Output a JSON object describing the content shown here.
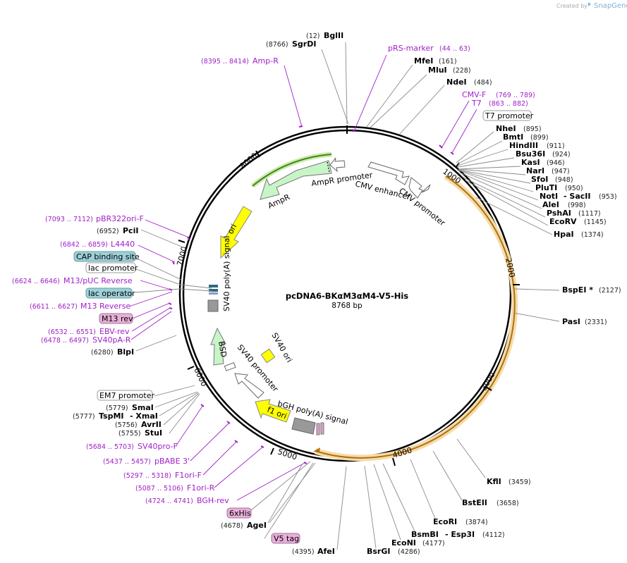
{
  "credit": {
    "text": "Created by",
    "brand": "SnapGene"
  },
  "plasmid": {
    "name": "pcDNA6-BKαM3αM4-V5-His",
    "length": "8768 bp"
  },
  "ticks": [
    "1000",
    "2000",
    "3000",
    "4000",
    "5000",
    "6000",
    "7000",
    "8000"
  ],
  "features": {
    "cmv_enhancer": "CMV enhancer",
    "cmv_promoter": "CMV promoter",
    "ampr_promoter": "AmpR promoter",
    "ampr": "AmpR",
    "ori": "ori",
    "sv40_polya": "SV40 poly(A) signal",
    "bsd": "BSD",
    "sv40_promoter": "SV40 promoter",
    "sv40_ori": "SV40 ori",
    "bgh_polya": "bGH poly(A) signal",
    "f1_ori": "f1 ori"
  },
  "sites_right": [
    {
      "name": "BglII",
      "pos": "(12)"
    },
    {
      "name": "SgrDI",
      "pos": "(8766)"
    },
    {
      "name": "MfeI",
      "pos": "(161)"
    },
    {
      "name": "MluI",
      "pos": "(228)"
    },
    {
      "name": "NdeI",
      "pos": "(484)"
    },
    {
      "name": "NheI",
      "pos": "(895)"
    },
    {
      "name": "BmtI",
      "pos": "(899)"
    },
    {
      "name": "HindIII",
      "pos": "(911)"
    },
    {
      "name": "Bsu36I",
      "pos": "(924)"
    },
    {
      "name": "KasI",
      "pos": "(946)"
    },
    {
      "name": "NarI",
      "pos": "(947)"
    },
    {
      "name": "SfoI",
      "pos": "(948)"
    },
    {
      "name": "PluTI",
      "pos": "(950)"
    },
    {
      "name": "NotI",
      "pos": ""
    },
    {
      "name": "- SacII",
      "pos": "(953)"
    },
    {
      "name": "AleI",
      "pos": "(998)"
    },
    {
      "name": "PshAI",
      "pos": "(1117)"
    },
    {
      "name": "EcoRV",
      "pos": "(1145)"
    },
    {
      "name": "HpaI",
      "pos": "(1374)"
    },
    {
      "name": "BspEI *",
      "pos": "(2127)"
    },
    {
      "name": "PasI",
      "pos": "(2331)"
    },
    {
      "name": "KflI",
      "pos": "(3459)"
    },
    {
      "name": "BstEII",
      "pos": "(3658)"
    },
    {
      "name": "EcoRI",
      "pos": "(3874)"
    },
    {
      "name": "BsmBI",
      "pos": ""
    },
    {
      "name": "- Esp3I",
      "pos": "(4112)"
    },
    {
      "name": "EcoNI",
      "pos": "(4177)"
    },
    {
      "name": "BsrGI",
      "pos": "(4286)"
    },
    {
      "name": "AfeI",
      "pos": "(4395)"
    }
  ],
  "sites_left": [
    {
      "name": "PciI",
      "pos": "(6952)"
    },
    {
      "name": "BlpI",
      "pos": "(6280)"
    },
    {
      "name": "SmaI",
      "pos": "(5779)"
    },
    {
      "name": "TspMI",
      "pos": "(5777)"
    },
    {
      "name": "- XmaI",
      "pos": ""
    },
    {
      "name": "AvrII",
      "pos": "(5756)"
    },
    {
      "name": "StuI",
      "pos": "(5755)"
    },
    {
      "name": "AgeI",
      "pos": "(4678)"
    }
  ],
  "primers": [
    {
      "name": "pRS-marker",
      "range": "(44 .. 63)"
    },
    {
      "name": "Amp-R",
      "range": "(8395 .. 8414)"
    },
    {
      "name": "CMV-F",
      "range": "(769 .. 789)"
    },
    {
      "name": "T7",
      "range": "(863 .. 882)"
    },
    {
      "name": "pBR322ori-F",
      "range": "(7093 .. 7112)"
    },
    {
      "name": "L4440",
      "range": "(6842 .. 6859)"
    },
    {
      "name": "M13/pUC Reverse",
      "range": "(6624 .. 6646)"
    },
    {
      "name": "M13 Reverse",
      "range": "(6611 .. 6627)"
    },
    {
      "name": "EBV-rev",
      "range": "(6532 .. 6551)"
    },
    {
      "name": "SV40pA-R",
      "range": "(6478 .. 6497)"
    },
    {
      "name": "SV40pro-F",
      "range": "(5684 .. 5703)"
    },
    {
      "name": "pBABE 3'",
      "range": "(5437 .. 5457)"
    },
    {
      "name": "F1ori-F",
      "range": "(5297 .. 5318)"
    },
    {
      "name": "F1ori-R",
      "range": "(5087 .. 5106)"
    },
    {
      "name": "BGH-rev",
      "range": "(4724 .. 4741)"
    }
  ],
  "boxed": {
    "t7_promoter": "T7 promoter",
    "cap_site": "CAP binding site",
    "lac_promoter": "lac promoter",
    "lac_operator": "lac operator",
    "m13_rev": "M13 rev",
    "em7_promoter": "EM7 promoter",
    "his_tag": "6xHis",
    "v5_tag": "V5 tag"
  },
  "colors": {
    "primer": "#a020c8",
    "ampr_fill": "#c8f5c8",
    "ori_fill": "#ffff00",
    "insert_orange": "#e8a030",
    "teal_box": "#9dd0d8",
    "pink_box": "#e8b0d8"
  }
}
